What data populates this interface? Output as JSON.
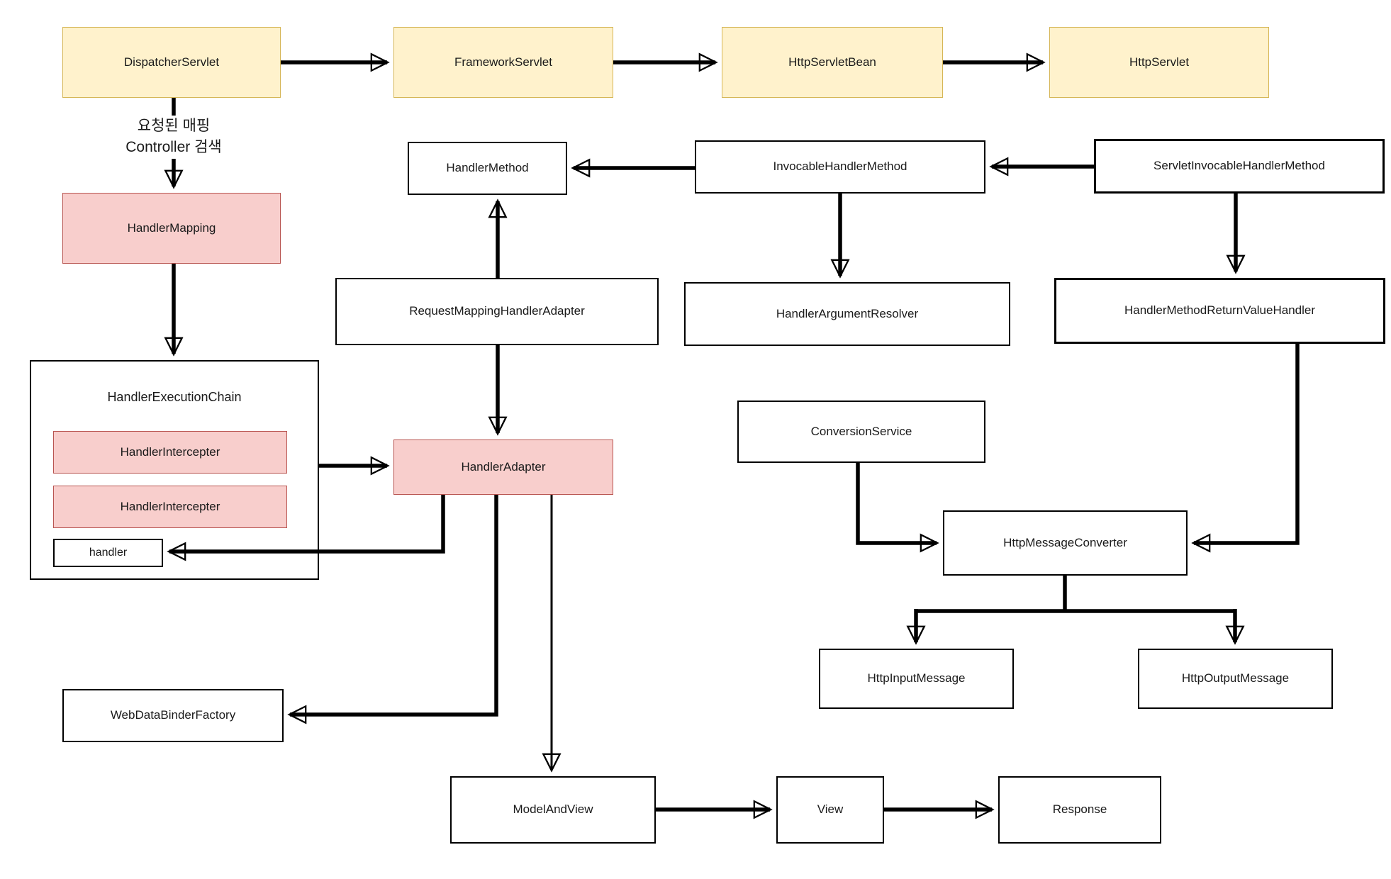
{
  "nodes": {
    "dispatcher_servlet": "DispatcherServlet",
    "framework_servlet": "FrameworkServlet",
    "http_servlet_bean": "HttpServletBean",
    "http_servlet": "HttpServlet",
    "handler_mapping": "HandlerMapping",
    "handler_execution_chain": "HandlerExecutionChain",
    "handler_intercepter_1": "HandlerIntercepter",
    "handler_intercepter_2": "HandlerIntercepter",
    "handler": "handler",
    "handler_method": "HandlerMethod",
    "invocable_handler_method": "InvocableHandlerMethod",
    "servlet_invocable_handler_method": "ServletInvocableHandlerMethod",
    "request_mapping_handler_adapter": "RequestMappingHandlerAdapter",
    "handler_argument_resolver": "HandlerArgumentResolver",
    "handler_method_return_value_handler": "HandlerMethodReturnValueHandler",
    "handler_adapter": "HandlerAdapter",
    "conversion_service": "ConversionService",
    "http_message_converter": "HttpMessageConverter",
    "http_input_message": "HttpInputMessage",
    "http_output_message": "HttpOutputMessage",
    "web_data_binder_factory": "WebDataBinderFactory",
    "model_and_view": "ModelAndView",
    "view": "View",
    "response": "Response"
  },
  "annotations": {
    "mapping_label_line1": "요청된 매핑",
    "mapping_label_line2": "Controller 검색"
  },
  "colors": {
    "yellow_fill": "#FFF2CC",
    "yellow_border": "#D6B656",
    "pink_fill": "#F8CECC",
    "pink_border": "#B85450",
    "white_fill": "#FFFFFF",
    "line": "#000000"
  }
}
